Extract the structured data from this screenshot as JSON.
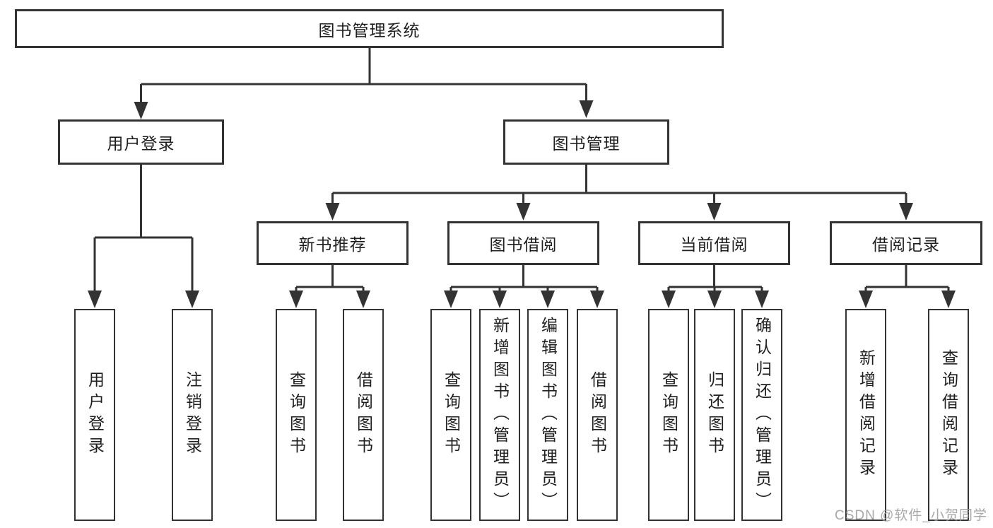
{
  "root": {
    "label": "图书管理系统"
  },
  "level2": [
    {
      "label": "用户登录"
    },
    {
      "label": "图书管理"
    }
  ],
  "level3": [
    {
      "label": "新书推荐"
    },
    {
      "label": "图书借阅"
    },
    {
      "label": "当前借阅"
    },
    {
      "label": "借阅记录"
    }
  ],
  "leaves": [
    {
      "label": "用户登录"
    },
    {
      "label": "注销登录"
    },
    {
      "label": "查询图书"
    },
    {
      "label": "借阅图书"
    },
    {
      "label": "查询图书"
    },
    {
      "label": "新增图书（管理员）"
    },
    {
      "label": "编辑图书（管理员）"
    },
    {
      "label": "借阅图书"
    },
    {
      "label": "查询图书"
    },
    {
      "label": "归还图书"
    },
    {
      "label": "确认归还（管理员）"
    },
    {
      "label": "新增借阅记录"
    },
    {
      "label": "查询借阅记录"
    }
  ],
  "hierarchy": {
    "图书管理系统": [
      "用户登录",
      "图书管理"
    ],
    "用户登录": [
      "用户登录",
      "注销登录"
    ],
    "图书管理": [
      "新书推荐",
      "图书借阅",
      "当前借阅",
      "借阅记录"
    ],
    "新书推荐": [
      "查询图书",
      "借阅图书"
    ],
    "图书借阅": [
      "查询图书",
      "新增图书（管理员）",
      "编辑图书（管理员）",
      "借阅图书"
    ],
    "当前借阅": [
      "查询图书",
      "归还图书",
      "确认归还（管理员）"
    ],
    "借阅记录": [
      "新增借阅记录",
      "查询借阅记录"
    ]
  },
  "watermark": {
    "text": "CSDN @软件_小贺同学"
  },
  "colors": {
    "line": "#333333",
    "box_border": "#333333",
    "text": "#1f1f1f",
    "watermark": "#999999",
    "background": "#ffffff"
  }
}
